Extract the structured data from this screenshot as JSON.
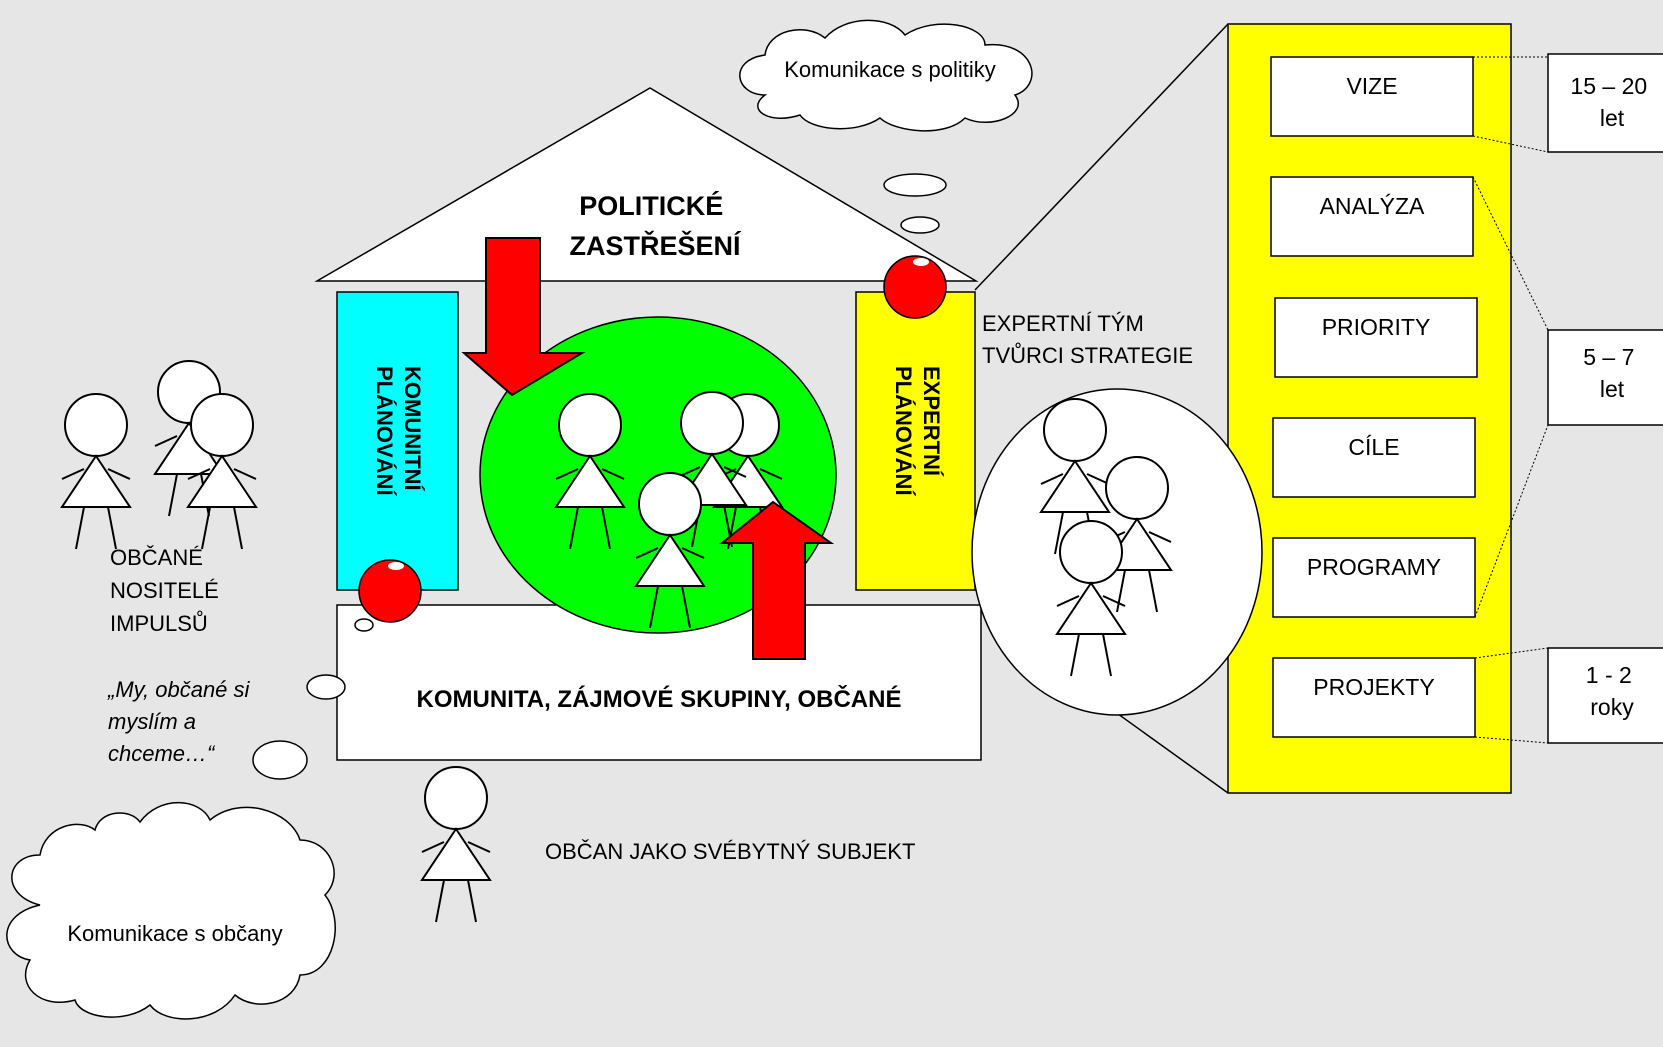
{
  "roof_title": [
    "POLITICKÉ",
    "ZASTŘEŠENÍ"
  ],
  "cloud_politicians": "Komunikace s politiky",
  "cloud_citizens": "Komunikace s občany",
  "pillar_left": [
    "KOMUNITNÍ",
    "PLÁNOVÁNÍ"
  ],
  "pillar_right": [
    "EXPERTNÍ",
    "PLÁNOVÁNÍ"
  ],
  "base_label": "KOMUNITA, ZÁJMOVÉ SKUPINY, OBČANÉ",
  "citizens_impulse": [
    "OBČANÉ",
    "NOSITELÉ",
    "IMPULSŮ"
  ],
  "citizens_quote": [
    "„My, občané si",
    "myslím a",
    "chceme…“"
  ],
  "citizen_subject": "OBČAN JAKO SVÉBYTNÝ SUBJEKT",
  "expert_team": [
    "EXPERTNÍ TÝM",
    "TVŮRCI STRATEGIE"
  ],
  "strategy_steps": [
    "VIZE",
    "ANALÝZA",
    "PRIORITY",
    "CÍLE",
    "PROGRAMY",
    "PROJEKTY"
  ],
  "horizons": [
    {
      "lines": [
        "15 – 20",
        "let"
      ]
    },
    {
      "lines": [
        "5 – 7",
        "let"
      ]
    },
    {
      "lines": [
        "1 - 2",
        "roky"
      ]
    }
  ],
  "colors": {
    "background": "#e6e6e6",
    "cyan_pillar": "#00ffff",
    "yellow": "#ffff00",
    "green": "#00ff00",
    "red": "#ff0000"
  }
}
